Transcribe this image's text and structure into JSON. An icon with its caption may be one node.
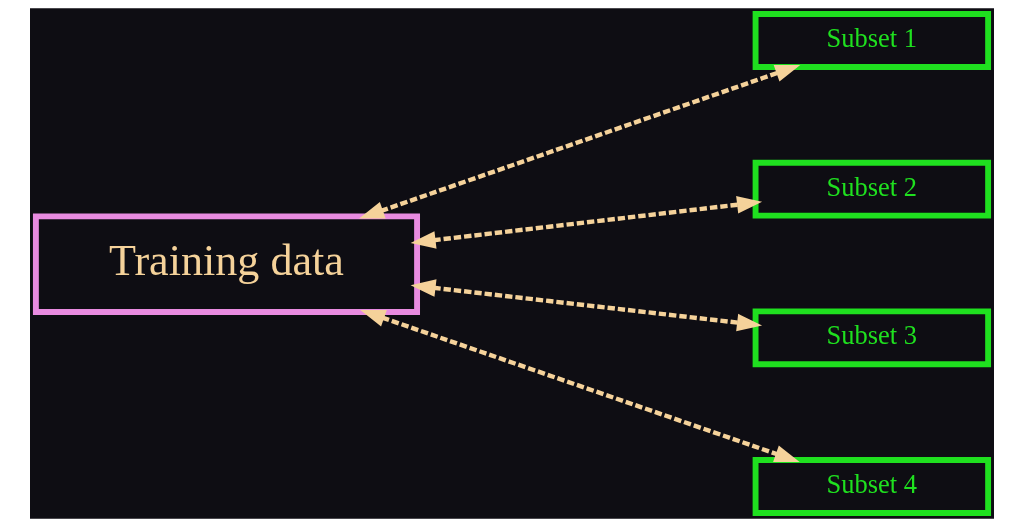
{
  "diagram": {
    "nodes": [
      {
        "text": [
          "Training data"
        ]
      },
      {
        "text": [
          "Subset 1"
        ]
      },
      {
        "text": [
          "Subset 2"
        ]
      },
      {
        "text": [
          "Subset 3"
        ]
      },
      {
        "text": [
          "Subset 4"
        ]
      }
    ],
    "edges": [
      {
        "from": 0,
        "to": 1,
        "arrow": "both",
        "style": "dashed"
      },
      {
        "from": 0,
        "to": 2,
        "arrow": "both",
        "style": "dashed"
      },
      {
        "from": 0,
        "to": 3,
        "arrow": "both",
        "style": "dashed"
      },
      {
        "from": 0,
        "to": 4,
        "arrow": "both",
        "style": "dashed"
      }
    ]
  }
}
